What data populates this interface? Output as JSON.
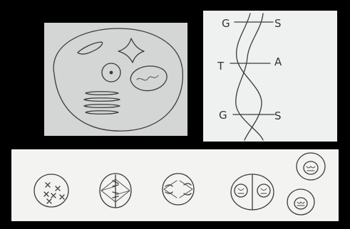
{
  "dna_sketch": {
    "base_labels": [
      "G",
      "S",
      "T",
      "A",
      "G",
      "S"
    ]
  },
  "colors": {
    "background": "#000000",
    "paper_cell": "#d4d6d5",
    "paper_dna": "#eef1ef",
    "paper_mitosis": "#f3f4f2",
    "ink": "#3a3a3a"
  }
}
